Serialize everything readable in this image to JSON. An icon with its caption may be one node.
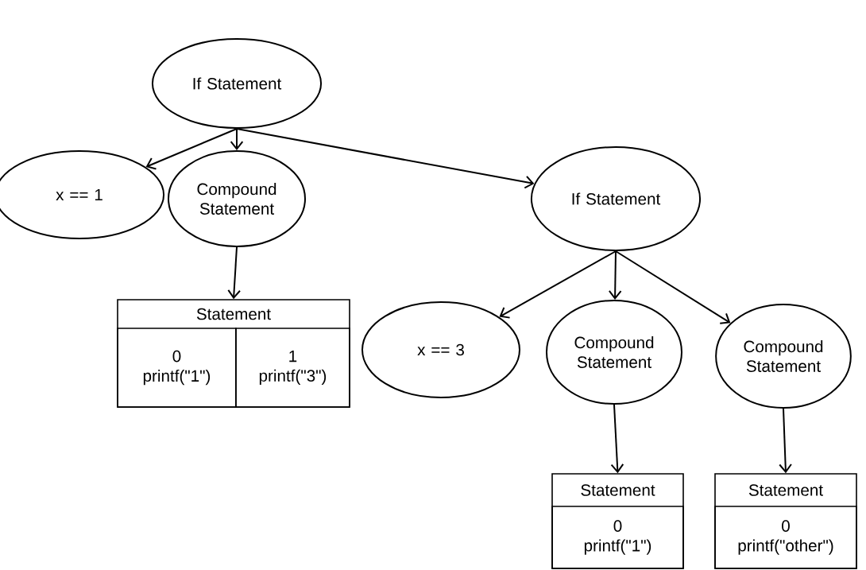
{
  "diagram": {
    "nodes": [
      {
        "text": [
          "If Statement"
        ]
      },
      {
        "text": [
          "x == 1"
        ]
      },
      {
        "text": [
          "Compound Statement"
        ]
      },
      {
        "text": [
          "Statement"
        ]
      },
      {
        "text": [
          "0",
          "printf(\"1\")"
        ],
        "in": 3
      },
      {
        "text": [
          "1",
          "printf(\"3\")"
        ],
        "in": 3
      },
      {
        "text": [
          "If Statement"
        ]
      },
      {
        "text": [
          "x == 3"
        ]
      },
      {
        "text": [
          "Compound Statement"
        ]
      },
      {
        "text": [
          "Compound Statement"
        ]
      },
      {
        "text": [
          "Statement"
        ]
      },
      {
        "text": [
          "0",
          "printf(\"1\")"
        ],
        "in": 10
      },
      {
        "text": [
          "Statement"
        ]
      },
      {
        "text": [
          "0",
          "printf(\"other\")"
        ],
        "in": 12
      }
    ],
    "edges": [
      {
        "from": 0,
        "to": 1,
        "arrow": "to"
      },
      {
        "from": 0,
        "to": 2,
        "arrow": "to"
      },
      {
        "from": 0,
        "to": 6,
        "arrow": "to"
      },
      {
        "from": 2,
        "to": 3,
        "arrow": "to"
      },
      {
        "from": 6,
        "to": 7,
        "arrow": "to"
      },
      {
        "from": 6,
        "to": 8,
        "arrow": "to"
      },
      {
        "from": 6,
        "to": 9,
        "arrow": "to"
      },
      {
        "from": 8,
        "to": 10,
        "arrow": "to"
      },
      {
        "from": 9,
        "to": 12,
        "arrow": "to"
      }
    ]
  }
}
